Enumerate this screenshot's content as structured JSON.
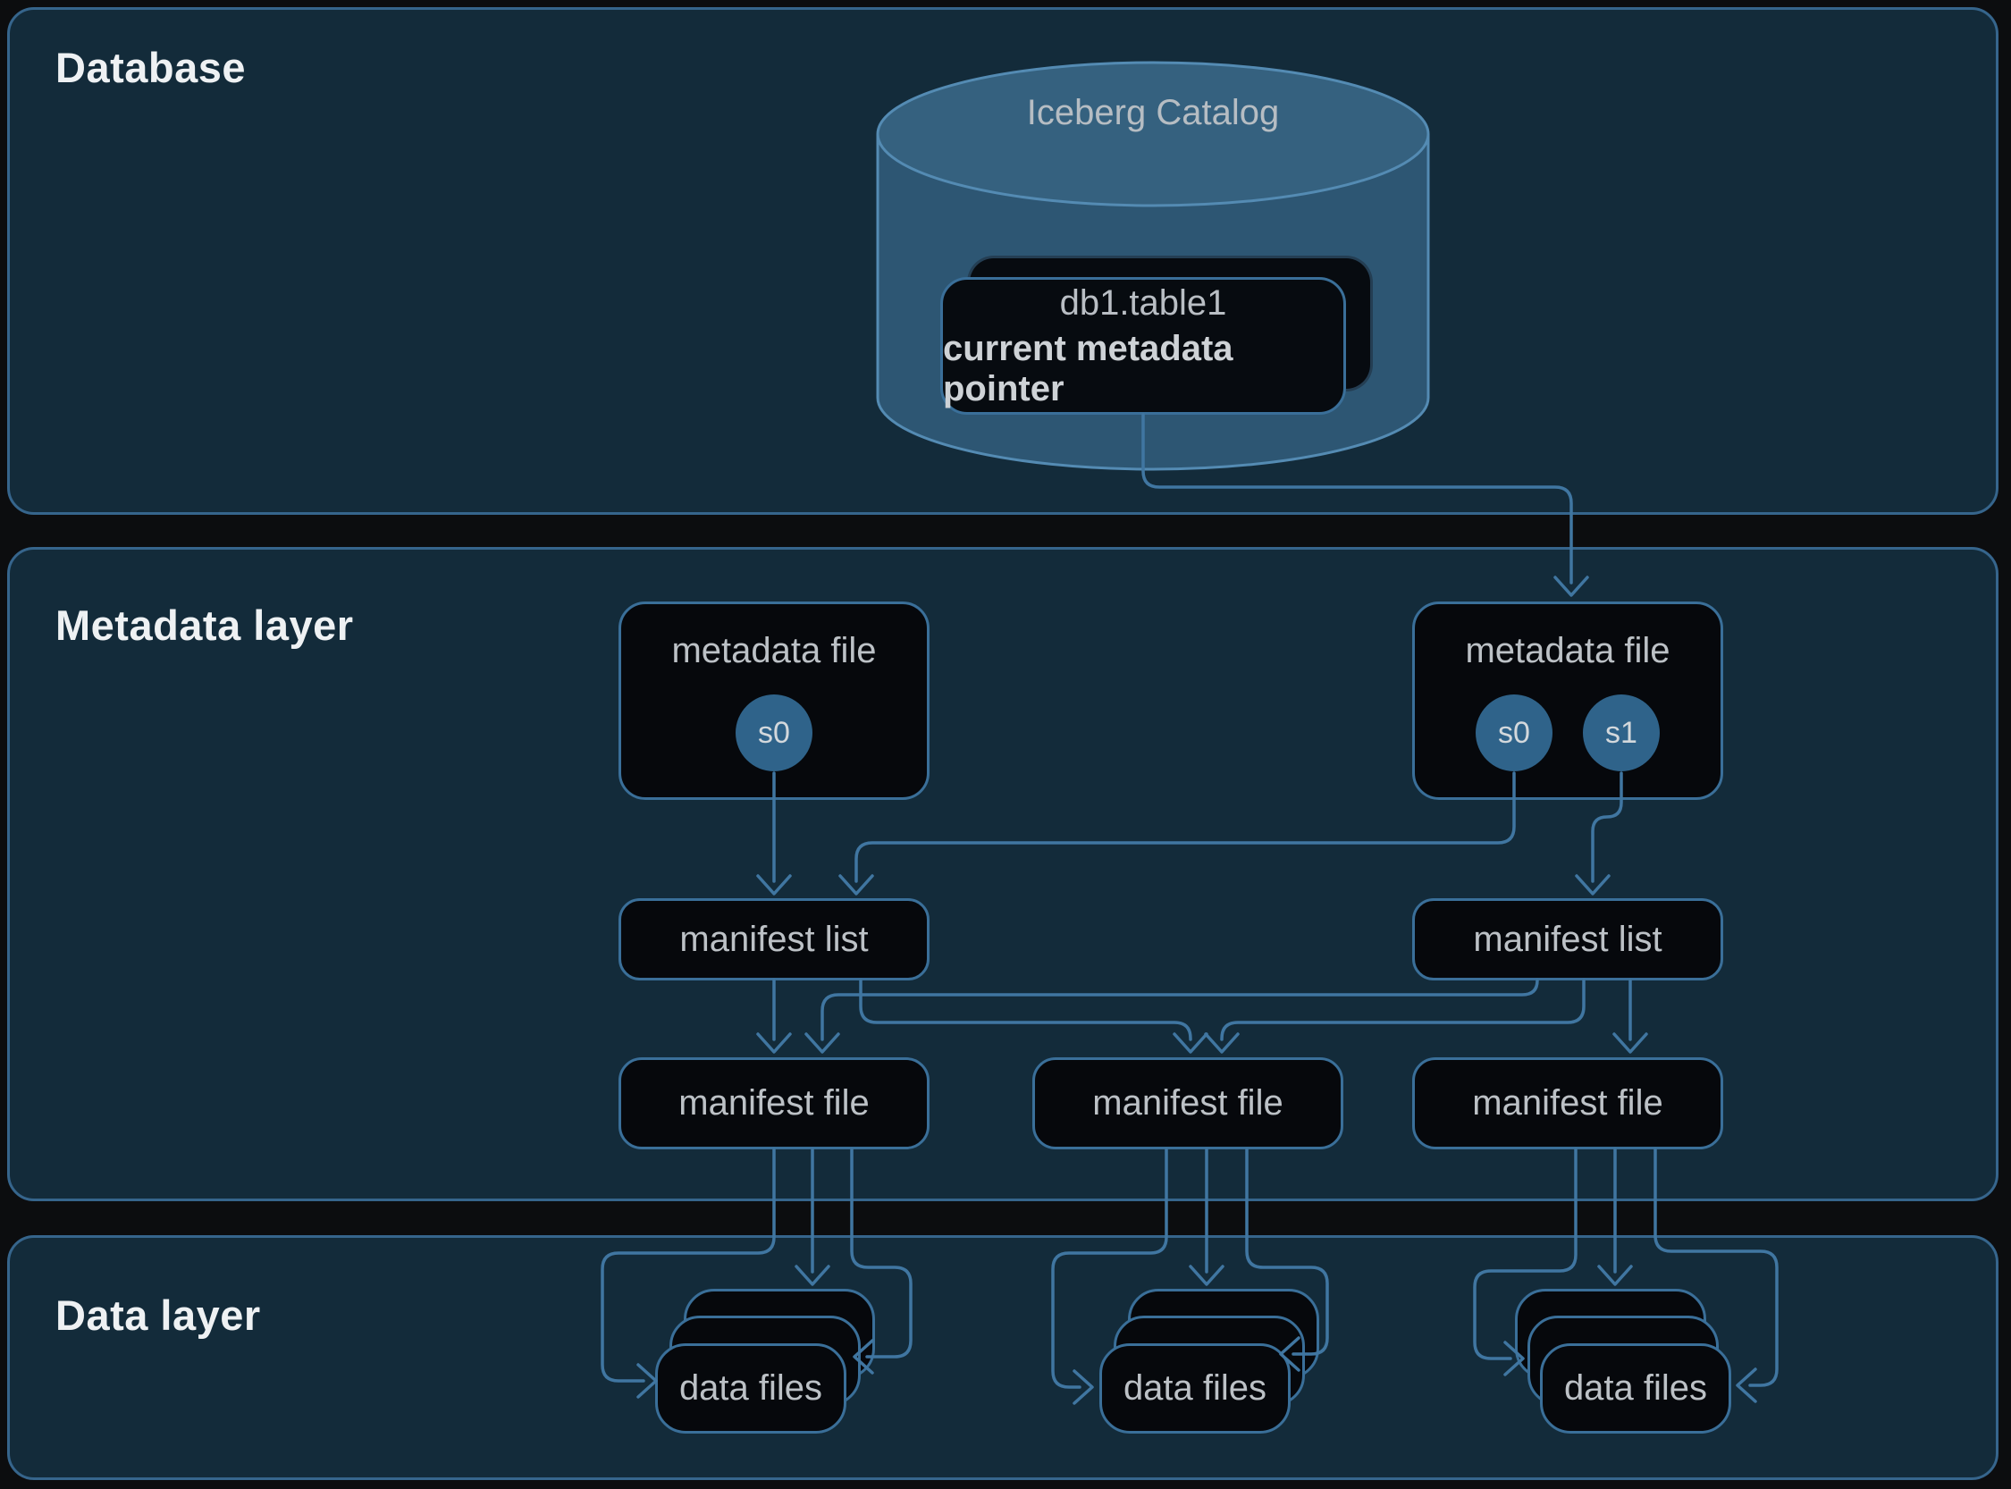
{
  "sections": {
    "database": "Database",
    "metadata": "Metadata layer",
    "data": "Data layer"
  },
  "catalog": {
    "title": "Iceberg Catalog",
    "table_name": "db1.table1",
    "pointer_label": "current metadata pointer"
  },
  "metadata_layer": {
    "metadata_file_left": {
      "label": "metadata file",
      "snapshots": [
        "s0"
      ]
    },
    "metadata_file_right": {
      "label": "metadata file",
      "snapshots": [
        "s0",
        "s1"
      ]
    },
    "manifest_list_left": {
      "label": "manifest list"
    },
    "manifest_list_right": {
      "label": "manifest list"
    },
    "manifest_file_left": {
      "label": "manifest file"
    },
    "manifest_file_mid": {
      "label": "manifest file"
    },
    "manifest_file_right": {
      "label": "manifest file"
    }
  },
  "data_layer": {
    "stack_left": {
      "label": "data files"
    },
    "stack_mid": {
      "label": "data files"
    },
    "stack_right": {
      "label": "data files"
    }
  },
  "colors": {
    "background": "#0c0d0f",
    "panel_fill": "#132b3a",
    "panel_border": "#36658c",
    "node_fill": "#06080c",
    "node_border": "#3a6f99",
    "connector": "#4076a1",
    "cylinder_body": "#2d5673",
    "cylinder_top": "#35617f",
    "cylinder_stroke": "#548bb3",
    "snapshot_circle": "#2f638a",
    "title_text": "#eef1f3",
    "node_text": "#bcc1c6"
  }
}
